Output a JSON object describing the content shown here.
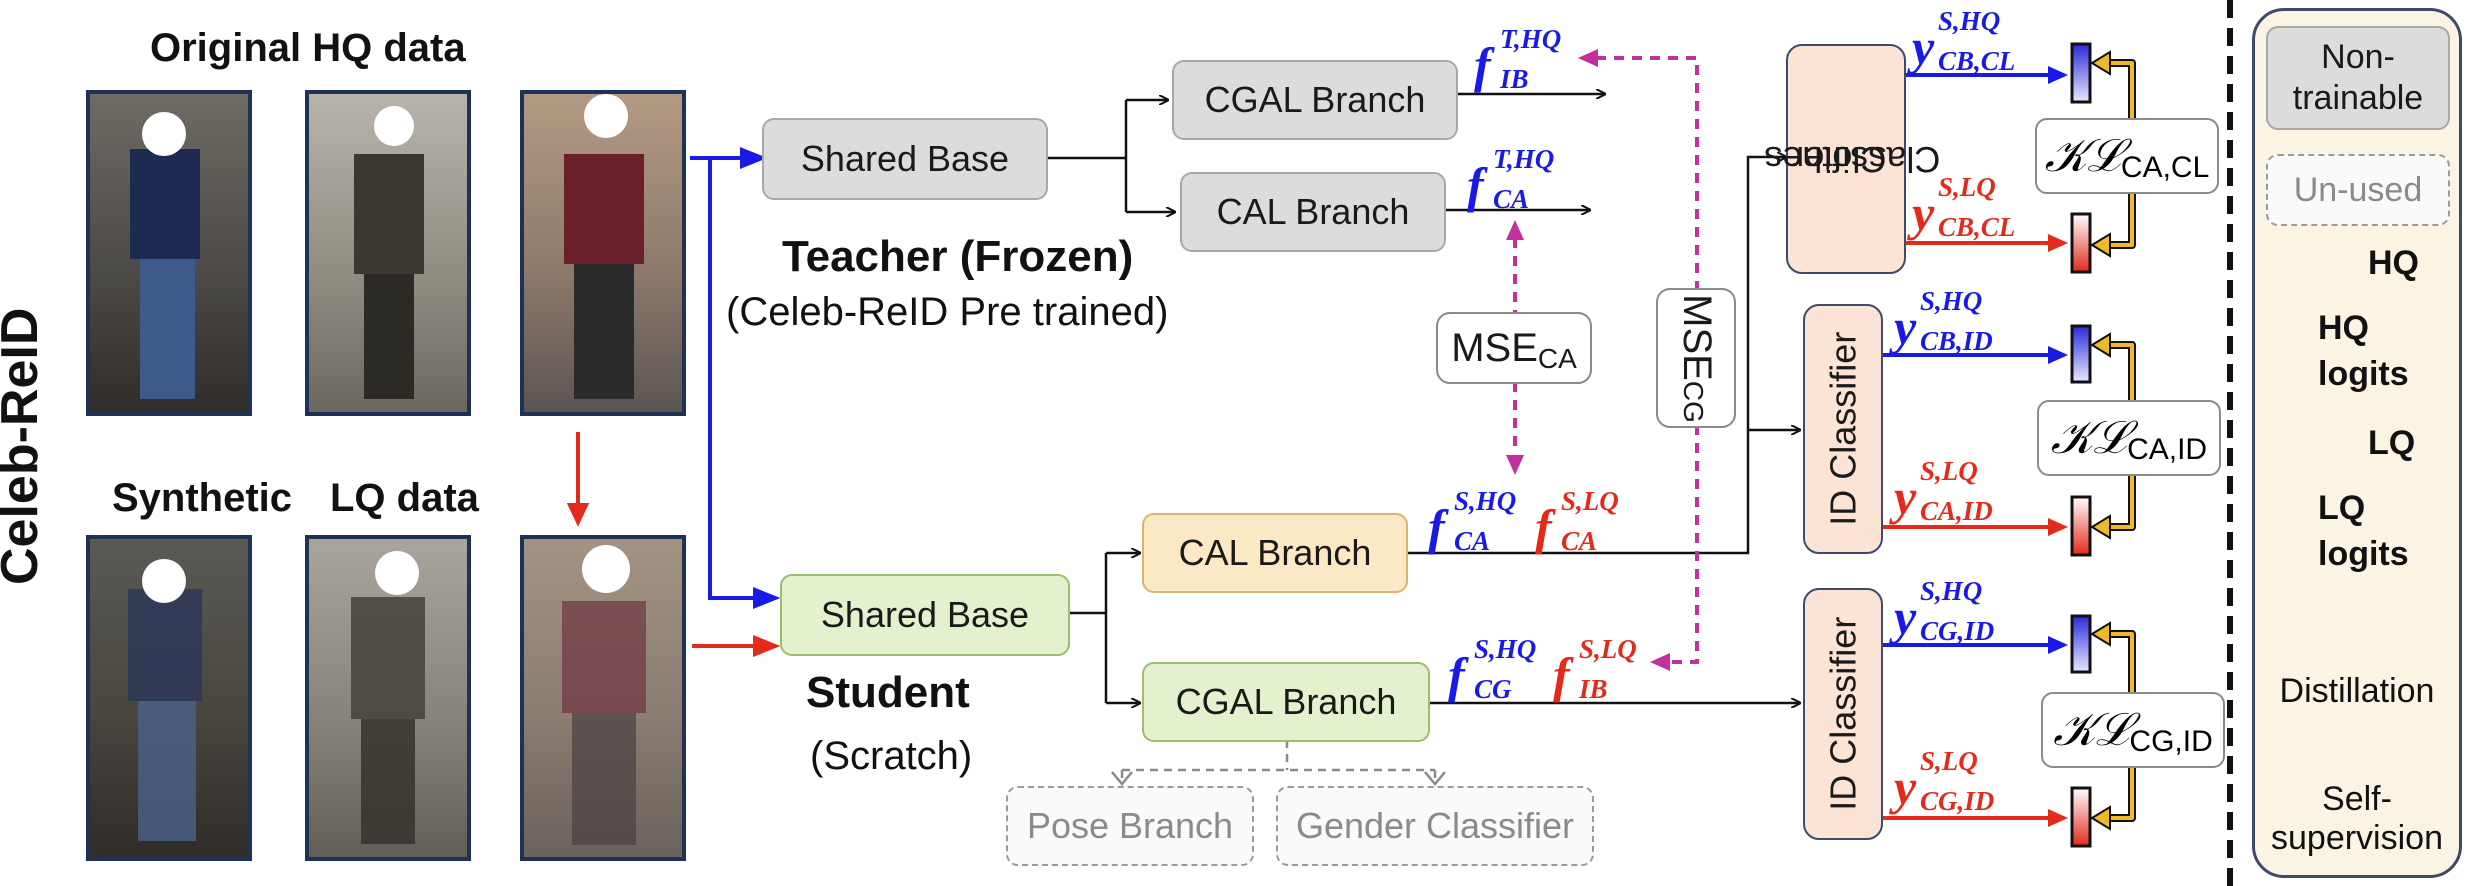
{
  "dataset_label": "Celeb-ReID",
  "images": {
    "hq_title": "Original HQ data",
    "lq_title_a": "Synthetic",
    "lq_title_b": "LQ data"
  },
  "teacher": {
    "shared_base": "Shared Base",
    "cgal_branch": "CGAL Branch",
    "cal_branch": "CAL Branch",
    "title": "Teacher (Frozen)",
    "subtitle": "(Celeb-ReID  Pre trained)",
    "feat_ib": {
      "base": "f",
      "sup": "T,HQ",
      "sub": "IB"
    },
    "feat_ca": {
      "base": "f",
      "sup": "T,HQ",
      "sub": "CA"
    }
  },
  "student": {
    "shared_base": "Shared Base",
    "cal_branch": "CAL Branch",
    "cgal_branch": "CGAL Branch",
    "title": "Student",
    "subtitle": "(Scratch)",
    "feat_ca_hq": {
      "base": "f",
      "sup": "S,HQ",
      "sub": "CA"
    },
    "feat_ca_lq": {
      "base": "f",
      "sup": "S,LQ",
      "sub": "CA"
    },
    "feat_cg_hq": {
      "base": "f",
      "sup": "S,HQ",
      "sub": "CG"
    },
    "feat_ib_lq": {
      "base": "f",
      "sup": "S,LQ",
      "sub": "IB"
    }
  },
  "unused_branches": [
    "Pose Branch",
    "Gender Classifier"
  ],
  "losses": {
    "mse_ca": {
      "main": "MSE",
      "sub": "CA"
    },
    "mse_cg": {
      "main": "MSE",
      "sub": "CG"
    }
  },
  "classifiers": [
    {
      "label_line1": "Clothes",
      "label_line2": "Classifier",
      "hq": {
        "base": "y",
        "sup": "S,HQ",
        "sub": "CB,CL"
      },
      "lq": {
        "base": "y",
        "sup": "S,LQ",
        "sub": "CB,CL"
      },
      "kl": {
        "sym": "𝒦ℒ",
        "sub": "CA,CL"
      }
    },
    {
      "label_line1": "ID Classifier",
      "label_line2": "",
      "hq": {
        "base": "y",
        "sup": "S,HQ",
        "sub": "CB,ID"
      },
      "lq": {
        "base": "y",
        "sup": "S,LQ",
        "sub": "CA,ID"
      },
      "kl": {
        "sym": "𝒦ℒ",
        "sub": "CA,ID"
      }
    },
    {
      "label_line1": "ID Classifier",
      "label_line2": "",
      "hq": {
        "base": "y",
        "sup": "S,HQ",
        "sub": "CG,ID"
      },
      "lq": {
        "base": "y",
        "sup": "S,LQ",
        "sub": "CG,ID"
      },
      "kl": {
        "sym": "𝒦ℒ",
        "sub": "CG,ID"
      }
    }
  ],
  "legend": {
    "non_trainable": "Non-\ntrainable",
    "unused": "Un-used",
    "hq": "HQ",
    "hq_logits": "HQ\nlogits",
    "lq": "LQ",
    "lq_logits": "LQ\nlogits",
    "distillation": "Distillation",
    "self_supervision": "Self-\nsupervision"
  },
  "colors": {
    "hq": "#1a1ae6",
    "lq": "#e32a1b",
    "distill": "#c2309e",
    "self_sup": "#e6b01e",
    "black": "#111111"
  }
}
